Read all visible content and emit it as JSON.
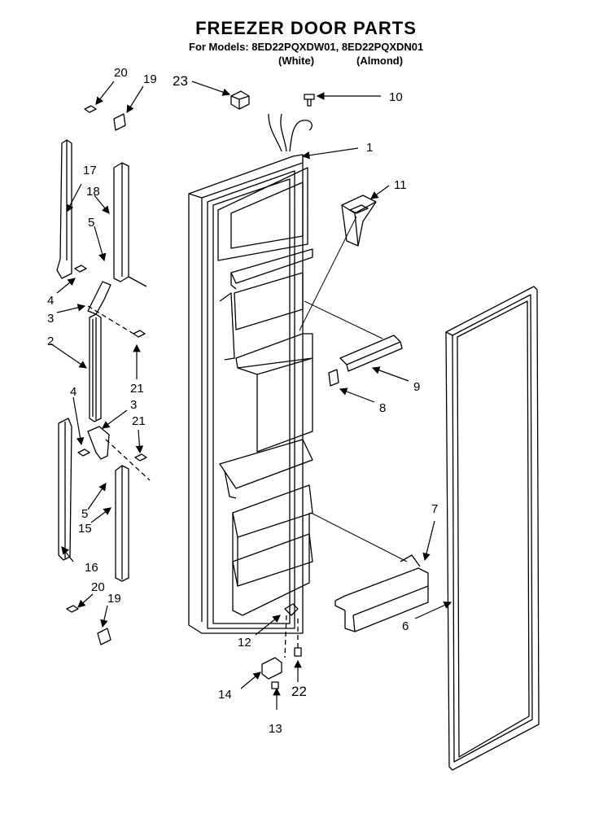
{
  "header": {
    "title": "FREEZER DOOR PARTS",
    "models_line": "For Models: 8ED22PQXDW01, 8ED22PQXDN01",
    "variant_white": "(White)",
    "variant_almond": "(Almond)"
  },
  "callouts": {
    "c1": "1",
    "c2": "2",
    "c3a": "3",
    "c3b": "3",
    "c4a": "4",
    "c4b": "4",
    "c5a": "5",
    "c5b": "5",
    "c6": "6",
    "c7": "7",
    "c8": "8",
    "c9": "9",
    "c10": "10",
    "c11": "11",
    "c12": "12",
    "c13": "13",
    "c14": "14",
    "c15": "15",
    "c16": "16",
    "c17": "17",
    "c18": "18",
    "c19a": "19",
    "c19b": "19",
    "c20a": "20",
    "c20b": "20",
    "c21a": "21",
    "c21b": "21",
    "c22": "22",
    "c23": "23"
  }
}
